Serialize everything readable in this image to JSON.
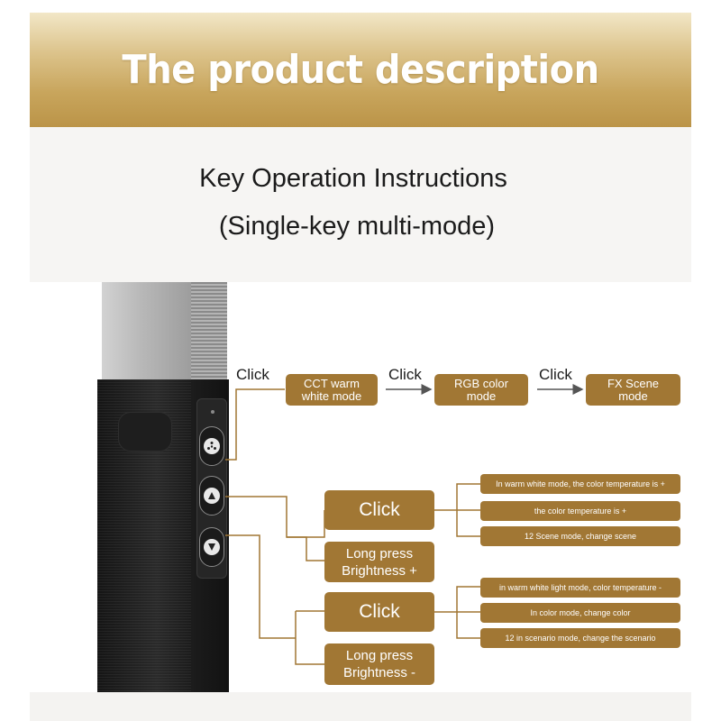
{
  "banner": {
    "title": "The product description"
  },
  "heading": {
    "line1": "Key Operation Instructions",
    "line2": "(Single-key multi-mode)"
  },
  "device": {
    "buttons": [
      {
        "icon": "mode-dot-icon"
      },
      {
        "icon": "triangle-up-icon"
      },
      {
        "icon": "triangle-down-icon"
      }
    ]
  },
  "mode_flow": {
    "click_labels": [
      "Click",
      "Click",
      "Click"
    ],
    "modes": [
      {
        "line1": "CCT warm",
        "line2": "white mode"
      },
      {
        "line1": "RGB color",
        "line2": "mode"
      },
      {
        "line1": "FX Scene",
        "line2": "mode"
      }
    ]
  },
  "up_button": {
    "click": "Click",
    "long_press": {
      "line1": "Long press",
      "line2": "Brightness +"
    },
    "notes": [
      "In warm white mode, the color temperature is +",
      "the color temperature is +",
      "12 Scene mode, change scene"
    ]
  },
  "down_button": {
    "click": "Click",
    "long_press": {
      "line1": "Long press",
      "line2": "Brightness -"
    },
    "notes": [
      "in warm white light mode, color temperature -",
      "In color mode, change color",
      "12 in scenario mode, change the scenario"
    ]
  },
  "colors": {
    "accent_brown": "#a17734",
    "connector": "#a17734",
    "arrow": "#555555"
  }
}
